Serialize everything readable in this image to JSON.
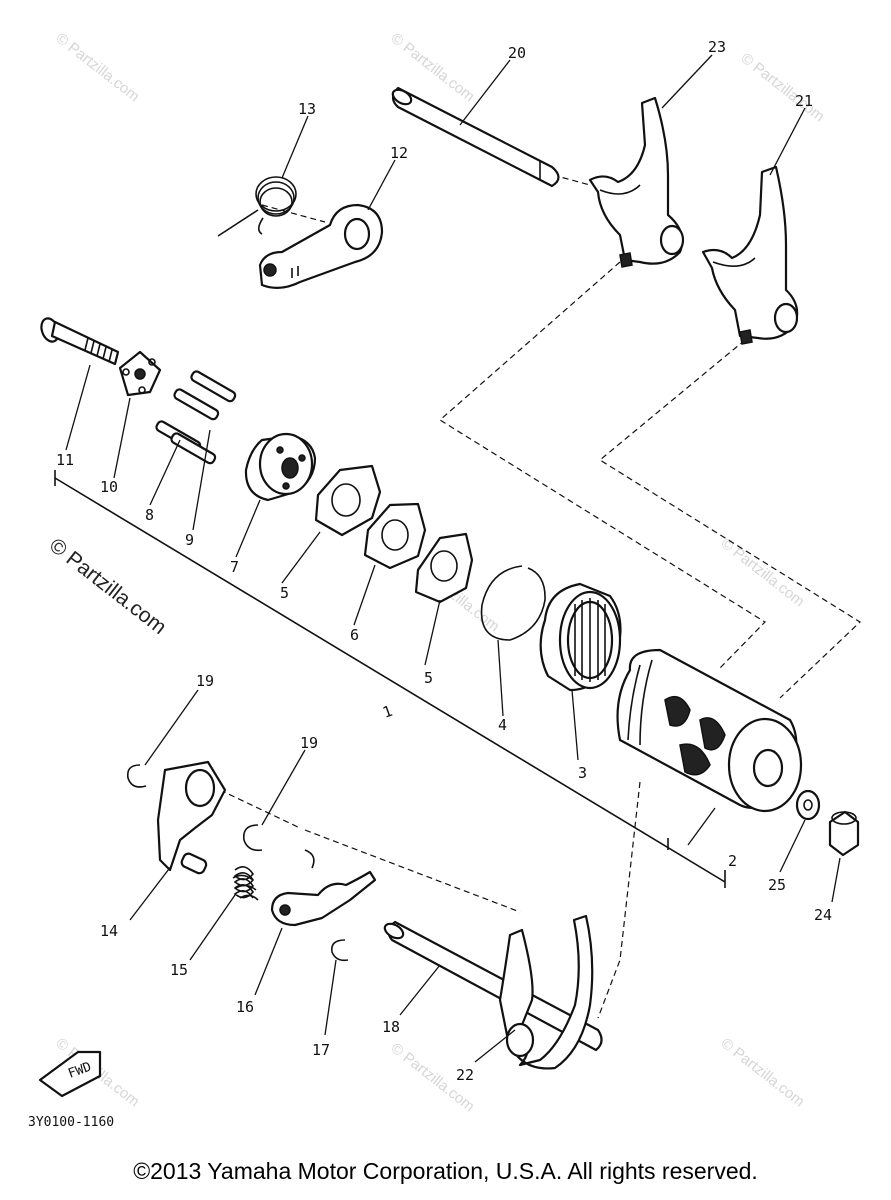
{
  "watermark": "© Partzilla.com",
  "watermark_main": "© Partzilla.com",
  "fwd_label": "FWD",
  "diagram_code": "3Y0100-1160",
  "copyright": "©2013 Yamaha Motor Corporation, U.S.A. All rights reserved.",
  "callouts": [
    {
      "id": "p1",
      "label": "1"
    },
    {
      "id": "p2",
      "label": "2"
    },
    {
      "id": "p3",
      "label": "3"
    },
    {
      "id": "p4",
      "label": "4"
    },
    {
      "id": "p5a",
      "label": "5"
    },
    {
      "id": "p5b",
      "label": "5"
    },
    {
      "id": "p6",
      "label": "6"
    },
    {
      "id": "p7",
      "label": "7"
    },
    {
      "id": "p8",
      "label": "8"
    },
    {
      "id": "p9",
      "label": "9"
    },
    {
      "id": "p10",
      "label": "10"
    },
    {
      "id": "p11",
      "label": "11"
    },
    {
      "id": "p12",
      "label": "12"
    },
    {
      "id": "p13",
      "label": "13"
    },
    {
      "id": "p14",
      "label": "14"
    },
    {
      "id": "p15",
      "label": "15"
    },
    {
      "id": "p16",
      "label": "16"
    },
    {
      "id": "p17",
      "label": "17"
    },
    {
      "id": "p18",
      "label": "18"
    },
    {
      "id": "p19a",
      "label": "19"
    },
    {
      "id": "p19b",
      "label": "19"
    },
    {
      "id": "p20",
      "label": "20"
    },
    {
      "id": "p21",
      "label": "21"
    },
    {
      "id": "p22",
      "label": "22"
    },
    {
      "id": "p23",
      "label": "23"
    },
    {
      "id": "p24",
      "label": "24"
    },
    {
      "id": "p25",
      "label": "25"
    }
  ]
}
